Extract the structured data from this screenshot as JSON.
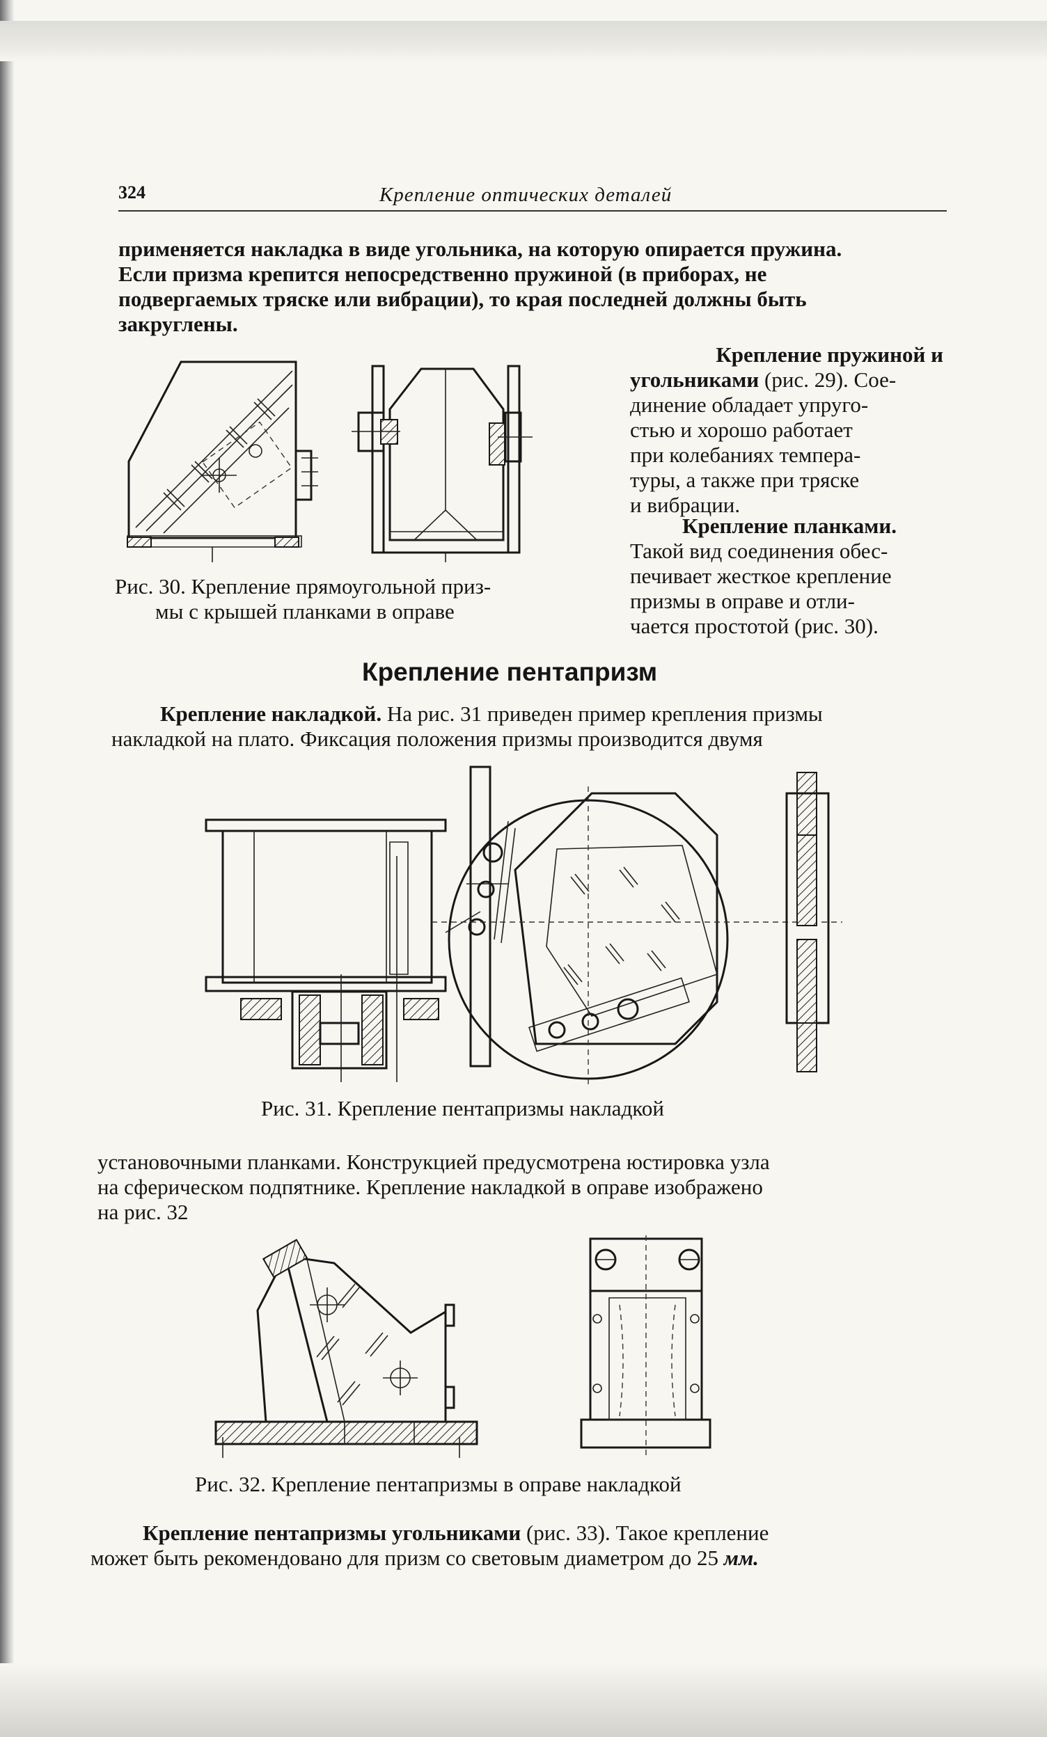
{
  "header": {
    "page_number": "324",
    "running_title": "Крепление оптических деталей"
  },
  "intro": {
    "lines": [
      "применяется накладка в виде угольника, на которую опирается пружина.",
      "Если призма крепится непосредственно пружиной (в приборах, не",
      "подвергаемых тряске или вибрации), то края последней должны быть",
      "закруглены."
    ]
  },
  "spring_para": {
    "heading": "Крепление пружиной и",
    "heading2": "угольниками",
    "lines": [
      "(рис. 29). Сое-",
      "динение обладает упруго-",
      "стью и хорошо работает",
      "при колебаниях темпера-",
      "туры, а также при тряске",
      "и вибрации."
    ]
  },
  "strips_para": {
    "heading": "Крепление планками.",
    "lines": [
      "Такой вид соединения обес-",
      "печивает жесткое крепление",
      "призмы в оправе и отли-",
      "чается простотой (рис. 30)."
    ]
  },
  "fig30": {
    "caption_line1": "Рис. 30. Крепление прямоугольной приз-",
    "caption_line2": "мы с крышей планками в оправе"
  },
  "section": {
    "title": "Крепление пентапризм"
  },
  "overlay_para": {
    "heading": "Крепление накладкой.",
    "lines": [
      "На рис. 31 приведен пример крепления призмы",
      "накладкой на плато. Фиксация положения призмы производится двумя"
    ]
  },
  "fig31": {
    "caption": "Рис. 31. Крепление пентапризмы накладкой"
  },
  "after31": {
    "lines": [
      "установочными планками. Конструкцией предусмотрена юстировка узла",
      "на сферическом подпятнике. Крепление накладкой в оправе изображено",
      "на рис. 32"
    ]
  },
  "fig32": {
    "caption": "Рис. 32. Крепление пентапризмы в оправе накладкой"
  },
  "angle_para": {
    "heading": "Крепление пентапризмы угольниками",
    "lines": [
      "(рис. 33). Такое крепление",
      "может быть рекомендовано для призм со световым диаметром до 25",
      "мм."
    ]
  }
}
